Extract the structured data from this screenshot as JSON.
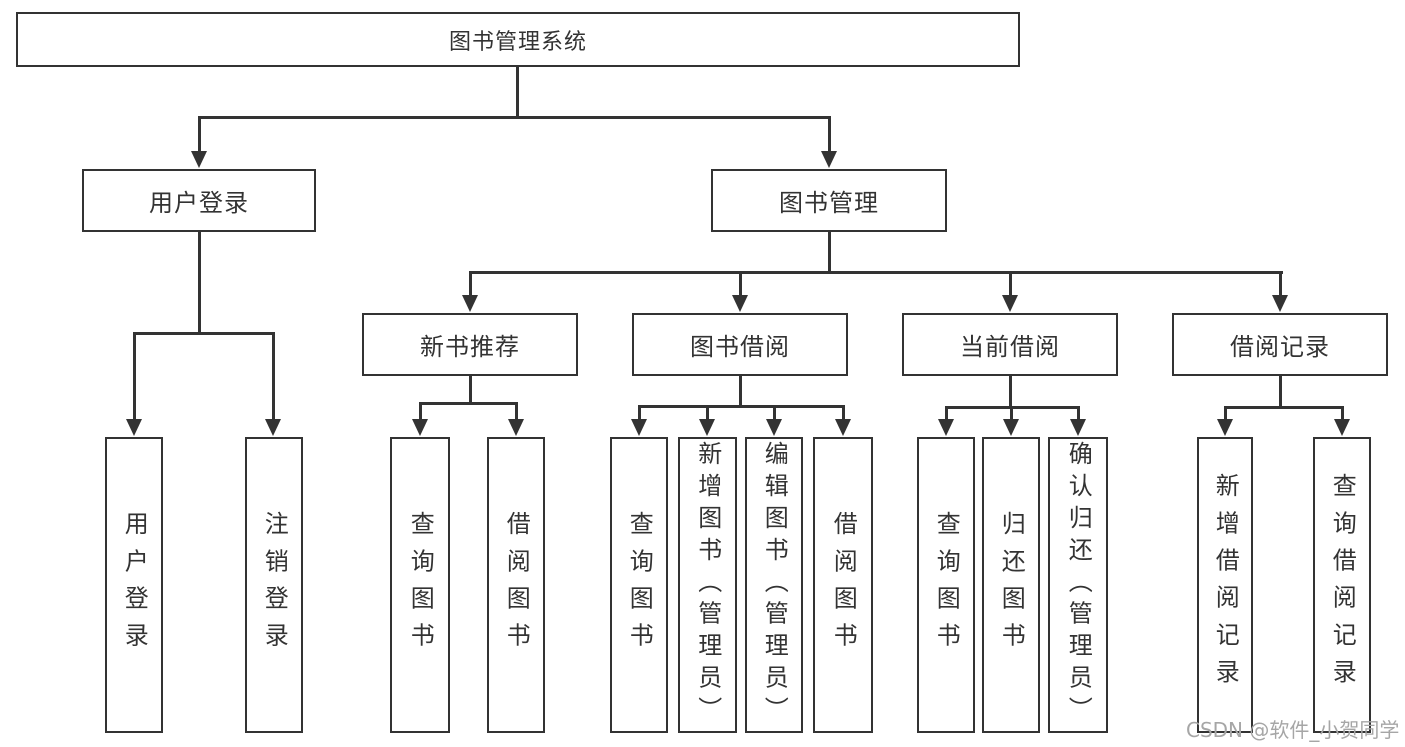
{
  "nodes": {
    "root": "图书管理系统",
    "user_login": "用户登录",
    "book_mgmt": "图书管理",
    "new_book_rec": "新书推荐",
    "book_borrow": "图书借阅",
    "current_borrow": "当前借阅",
    "borrow_record": "借阅记录",
    "leaf_user_login": "用户登录",
    "leaf_logout": "注销登录",
    "rec_query_book": "查询图书",
    "rec_borrow_book": "借阅图书",
    "bb_query_book": "查询图书",
    "bb_add_book": "新增图书（管理员）",
    "bb_edit_book": "编辑图书（管理员）",
    "bb_borrow_book": "借阅图书",
    "cb_query_book": "查询图书",
    "cb_return_book": "归还图书",
    "cb_confirm_return": "确认归还（管理员）",
    "br_add_record": "新增借阅记录",
    "br_query_record": "查询借阅记录"
  },
  "watermark": "CSDN @软件_小贺同学",
  "colors": {
    "line": "#333333",
    "text": "#333333",
    "watermark": "#a6a6a6",
    "background": "#ffffff"
  }
}
